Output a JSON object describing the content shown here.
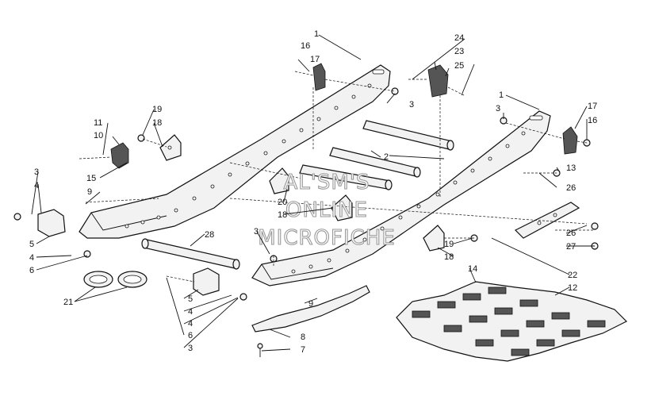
{
  "diagram": {
    "watermark_lines": [
      "AL'SM'S",
      "ONLINE",
      "MICROFICHE"
    ],
    "callouts": [
      "1",
      "16",
      "17",
      "24",
      "23",
      "25",
      "3",
      "1",
      "3",
      "17",
      "16",
      "11",
      "10",
      "19",
      "18",
      "2",
      "13",
      "26",
      "15",
      "9",
      "3",
      "4",
      "20",
      "18",
      "26",
      "27",
      "5",
      "4",
      "6",
      "28",
      "3",
      "19",
      "18",
      "22",
      "12",
      "14",
      "21",
      "5",
      "4",
      "6",
      "3",
      "9",
      "8",
      "7"
    ]
  }
}
